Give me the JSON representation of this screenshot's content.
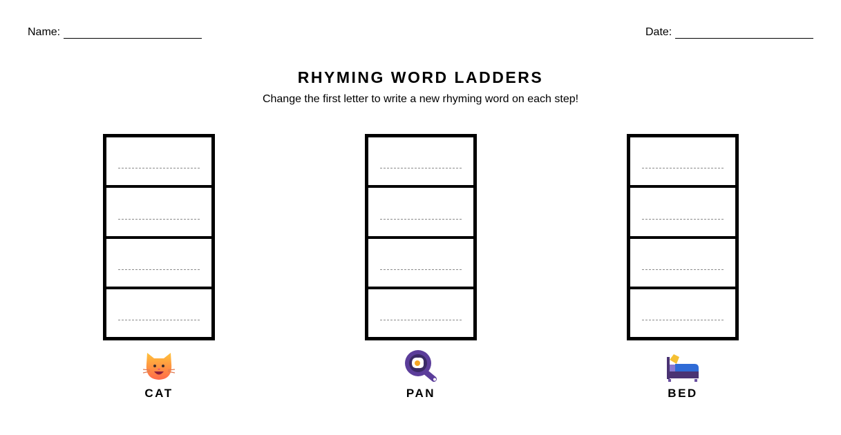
{
  "header": {
    "name_label": "Name:",
    "date_label": "Date:"
  },
  "title": "RHYMING WORD LADDERS",
  "subtitle": "Change the first letter to write a new rhyming word on each step!",
  "ladders": [
    {
      "word": "CAT",
      "icon": "cat-face-icon",
      "rungs": 4
    },
    {
      "word": "PAN",
      "icon": "frying-pan-icon",
      "rungs": 4
    },
    {
      "word": "BED",
      "icon": "bed-icon",
      "rungs": 4
    }
  ]
}
